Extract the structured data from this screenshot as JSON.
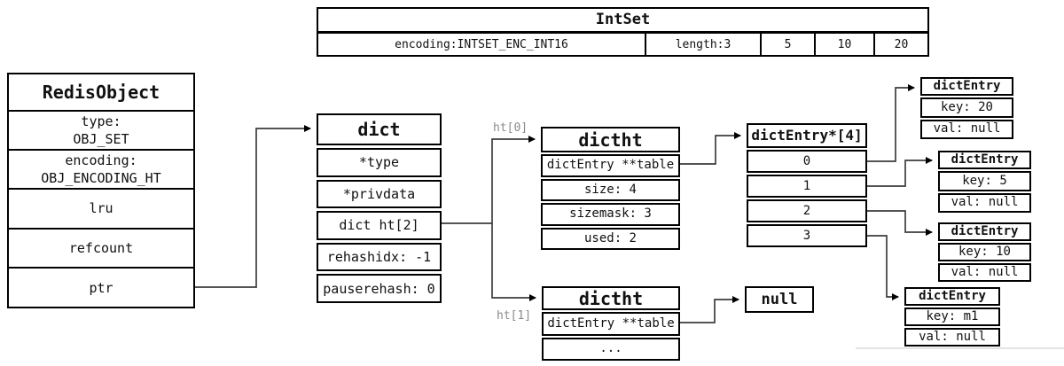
{
  "colors": {
    "border": "#000000",
    "text": "#111111",
    "muted_label": "#8a8a8a",
    "arrow": "#3d3d3d",
    "faint_line": "#e4e4e4",
    "background": "#ffffff"
  },
  "intset": {
    "title": "IntSet",
    "cells": [
      "encoding:INTSET_ENC_INT16",
      "length:3",
      "5",
      "10",
      "20"
    ]
  },
  "redis_object": {
    "title": "RedisObject",
    "rows": [
      "type:\nOBJ_SET",
      "encoding:\nOBJ_ENCODING_HT",
      "lru",
      "refcount",
      "ptr"
    ]
  },
  "dict": {
    "title": "dict",
    "rows": [
      "*type",
      "*privdata",
      "dict ht[2]",
      "rehashidx: -1",
      "pauserehash: 0"
    ]
  },
  "dictht0": {
    "pointer_label": "ht[0]",
    "title": "dictht",
    "rows": [
      "dictEntry **table",
      "size: 4",
      "sizemask: 3",
      "used: 2"
    ]
  },
  "dictht1": {
    "pointer_label": "ht[1]",
    "title": "dictht",
    "rows": [
      "dictEntry **table",
      "..."
    ]
  },
  "dict_entry_array": {
    "title": "dictEntry*[4]",
    "slots": [
      "0",
      "1",
      "2",
      "3"
    ]
  },
  "null_box": {
    "label": "null"
  },
  "dict_entries": [
    {
      "title": "dictEntry",
      "key": "key: 20",
      "val": "val: null"
    },
    {
      "title": "dictEntry",
      "key": "key: 5",
      "val": "val: null"
    },
    {
      "title": "dictEntry",
      "key": "key: 10",
      "val": "val: null"
    },
    {
      "title": "dictEntry",
      "key": "key: m1",
      "val": "val: null"
    }
  ]
}
